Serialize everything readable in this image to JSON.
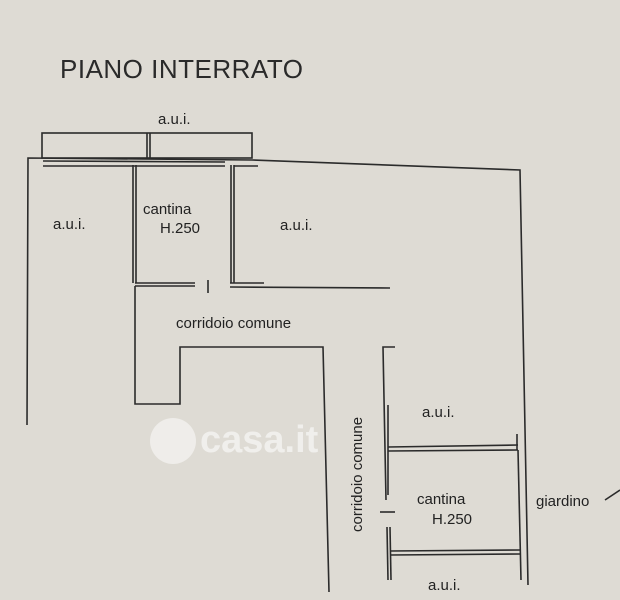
{
  "title": "PIANO INTERRATO",
  "rooms": {
    "aui_top": "a.u.i.",
    "aui_left": "a.u.i.",
    "aui_mid": "a.u.i.",
    "aui_right": "a.u.i.",
    "aui_bottom": "a.u.i.",
    "cantina1_name": "cantina",
    "cantina1_height": "H.250",
    "cantina2_name": "cantina",
    "cantina2_height": "H.250",
    "corridor_h": "corridoio comune",
    "corridor_v": "corridoio comune",
    "garden": "giardino"
  },
  "watermark": "casa.it"
}
